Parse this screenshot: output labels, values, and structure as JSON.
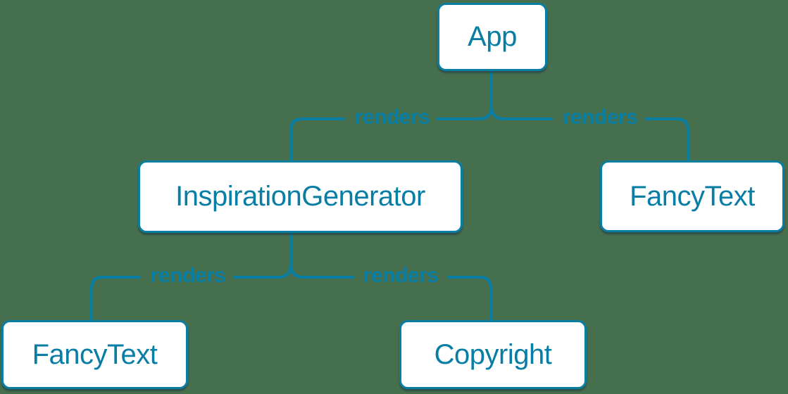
{
  "colors": {
    "background": "#466F4E",
    "accent": "#087EA4",
    "box_fill": "#FFFFFF",
    "shadow": "rgba(30, 53, 70, 0.55)"
  },
  "diagram": {
    "type": "render-tree",
    "nodes": [
      {
        "id": "app",
        "label": "App"
      },
      {
        "id": "inspiration-generator",
        "label": "InspirationGenerator"
      },
      {
        "id": "fancytext-top",
        "label": "FancyText"
      },
      {
        "id": "fancytext-bottom",
        "label": "FancyText"
      },
      {
        "id": "copyright",
        "label": "Copyright"
      }
    ],
    "edges": [
      {
        "from": "App",
        "to": "InspirationGenerator",
        "label": "renders"
      },
      {
        "from": "App",
        "to": "FancyText",
        "label": "renders"
      },
      {
        "from": "InspirationGenerator",
        "to": "FancyText",
        "label": "renders"
      },
      {
        "from": "InspirationGenerator",
        "to": "Copyright",
        "label": "renders"
      }
    ]
  }
}
